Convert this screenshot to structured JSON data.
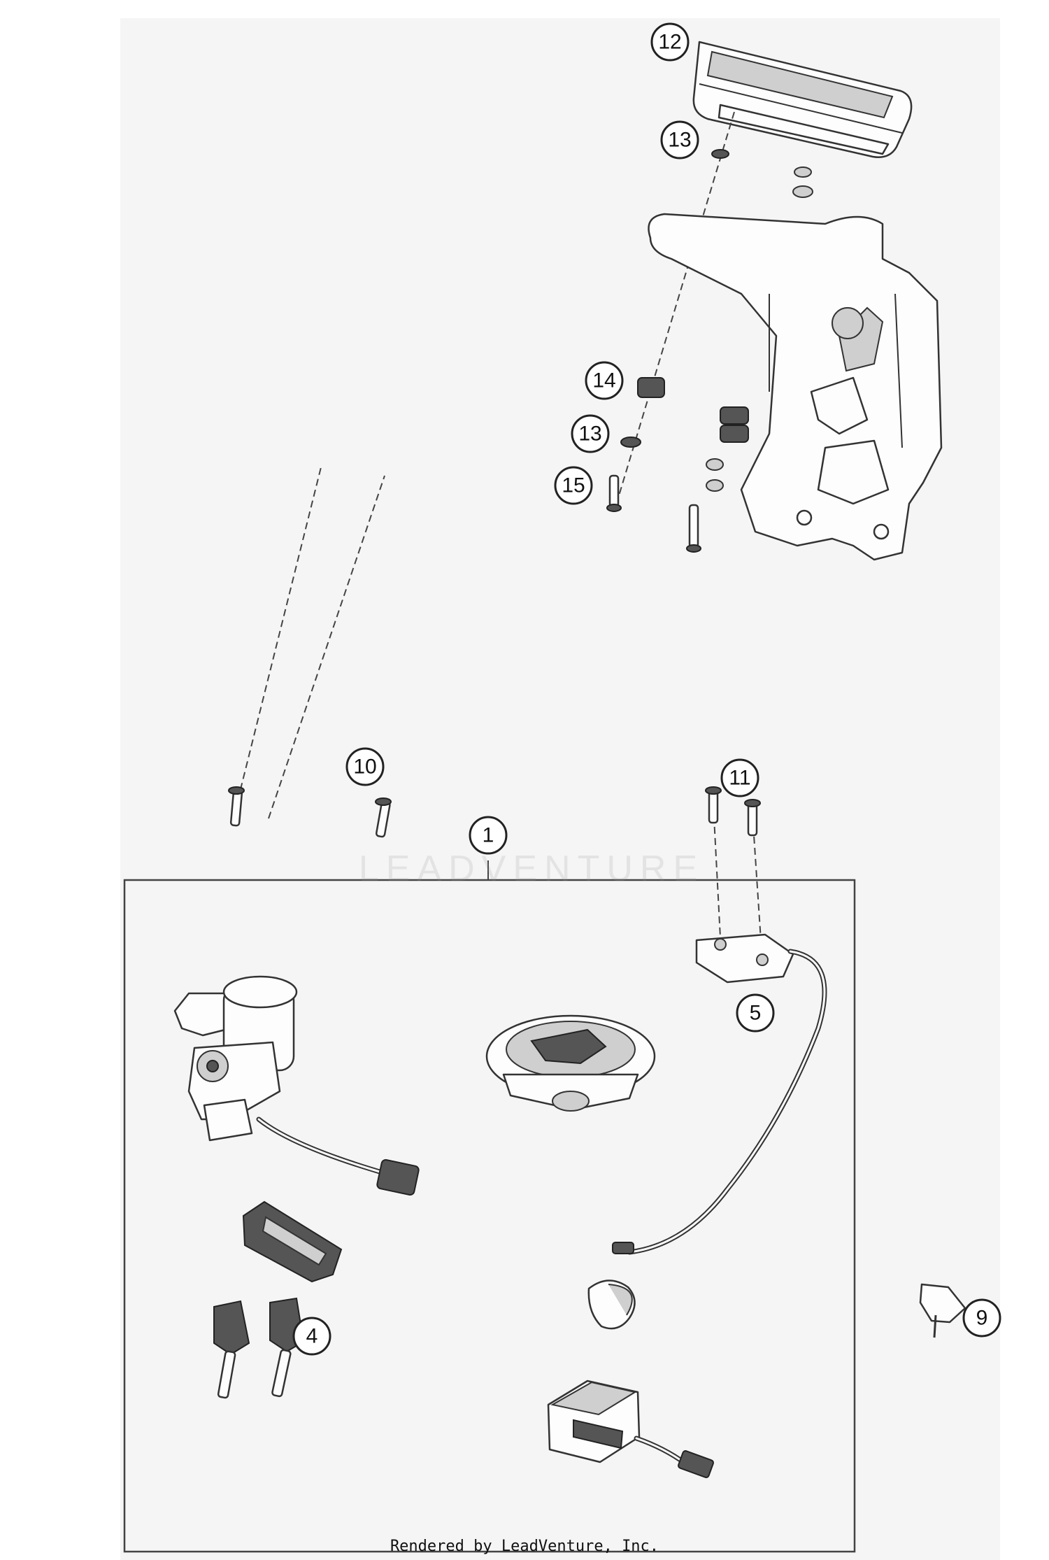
{
  "diagram": {
    "callouts": [
      {
        "id": "c12",
        "label": "12"
      },
      {
        "id": "c13a",
        "label": "13"
      },
      {
        "id": "c14",
        "label": "14"
      },
      {
        "id": "c13b",
        "label": "13"
      },
      {
        "id": "c15",
        "label": "15"
      },
      {
        "id": "c10",
        "label": "10"
      },
      {
        "id": "c11",
        "label": "11"
      },
      {
        "id": "c1",
        "label": "1"
      },
      {
        "id": "c5",
        "label": "5"
      },
      {
        "id": "c4",
        "label": "4"
      },
      {
        "id": "c9",
        "label": "9"
      }
    ],
    "watermark": "LEADVENTURE",
    "footer": "Rendered by LeadVenture, Inc."
  }
}
